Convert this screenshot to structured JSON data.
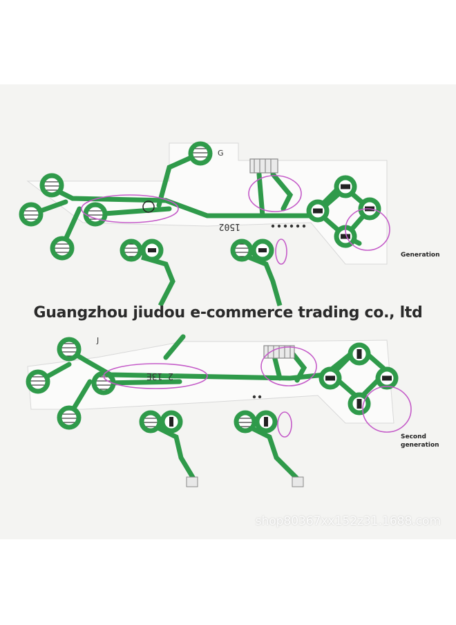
{
  "title": "Guangzhou jiudou e-commerce trading co., ltd",
  "labels": {
    "first": "Generation",
    "second_line1": "Second",
    "second_line2": "generation"
  },
  "board_marks": {
    "top_g": "G",
    "top_code": "1502",
    "bottom_code": "2 13E",
    "bottom_j": "J"
  },
  "watermark": "shop80367xx152z31.1688.com",
  "colors": {
    "pcb_green": "#2f9a4a",
    "highlight_circle": "#c45ac8",
    "film": "#f8f8f6"
  }
}
